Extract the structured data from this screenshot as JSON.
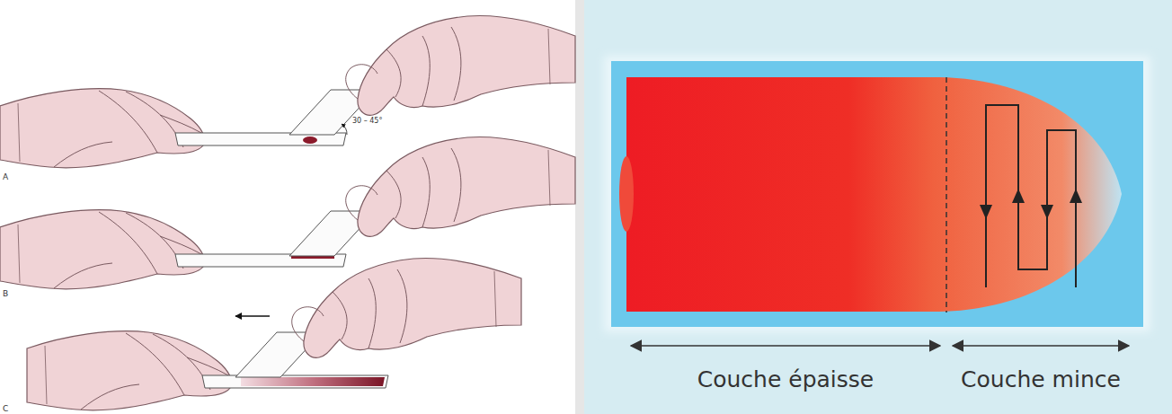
{
  "diagram": {
    "labels": [
      "A",
      "30 – 45°",
      "B",
      "C",
      "Couche épaisse",
      "Couche mince"
    ]
  }
}
